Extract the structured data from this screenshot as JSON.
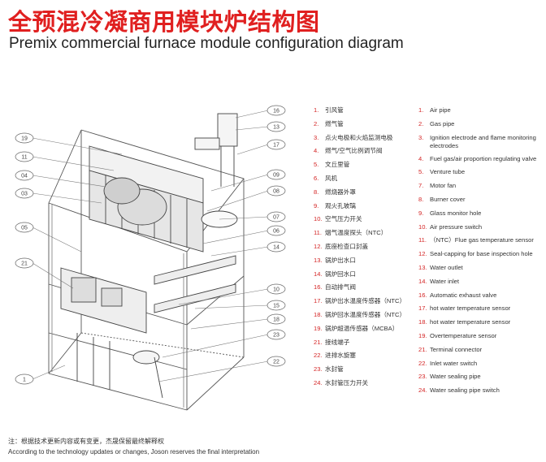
{
  "title_cn": "全预混冷凝商用模块炉结构图",
  "title_en": "Premix commercial furnace module configuration diagram",
  "callouts_left": [
    "19",
    "11",
    "04",
    "03",
    "05",
    "21",
    "1"
  ],
  "callouts_right": [
    "16",
    "13",
    "17",
    "09",
    "08",
    "07",
    "06",
    "14",
    "10",
    "15",
    "18",
    "23",
    "22"
  ],
  "legend_cn": [
    {
      "num": "1.",
      "text": "引风管"
    },
    {
      "num": "2.",
      "text": "燃气管"
    },
    {
      "num": "3.",
      "text": "点火电极和火焰监测电极"
    },
    {
      "num": "4.",
      "text": "燃气/空气比例调节阀"
    },
    {
      "num": "5.",
      "text": "文丘里管"
    },
    {
      "num": "6.",
      "text": "风机"
    },
    {
      "num": "8.",
      "text": "燃烧器外罩"
    },
    {
      "num": "9.",
      "text": "观火孔玻璃"
    },
    {
      "num": "10.",
      "text": "空气压力开关"
    },
    {
      "num": "11.",
      "text": "烟气温度探头（NTC）"
    },
    {
      "num": "12.",
      "text": "底座检查口封盖"
    },
    {
      "num": "13.",
      "text": "锅炉出水口"
    },
    {
      "num": "14.",
      "text": "锅炉回水口"
    },
    {
      "num": "16.",
      "text": "自动排气阀"
    },
    {
      "num": "17.",
      "text": "锅炉出水温度传感器（NTC）"
    },
    {
      "num": "18.",
      "text": "锅炉回水温度传感器（NTC）"
    },
    {
      "num": "19.",
      "text": "锅炉超温传感器（MCBA）"
    },
    {
      "num": "21.",
      "text": "接线端子"
    },
    {
      "num": "22.",
      "text": "进排水旋塞"
    },
    {
      "num": "23.",
      "text": "水封管"
    },
    {
      "num": "24.",
      "text": "水封管压力开关"
    }
  ],
  "legend_en": [
    {
      "num": "1.",
      "text": "Air pipe"
    },
    {
      "num": "2.",
      "text": "Gas pipe"
    },
    {
      "num": "3.",
      "text": "Ignition electrode and flame monitoring electrodes",
      "two": true
    },
    {
      "num": "4.",
      "text": "Fuel gas/air proportion regulating valve"
    },
    {
      "num": "5.",
      "text": "Venture tube"
    },
    {
      "num": "7.",
      "text": "Motor fan"
    },
    {
      "num": "8.",
      "text": "Burner cover"
    },
    {
      "num": "9.",
      "text": "Glass monitor hole"
    },
    {
      "num": "10.",
      "text": "Air pressure switch"
    },
    {
      "num": "11.",
      "text": "（NTC）Flue gas temperature sensor"
    },
    {
      "num": "12.",
      "text": "Seal-capping for base inspection hole"
    },
    {
      "num": "13.",
      "text": "Water outlet"
    },
    {
      "num": "14.",
      "text": "Water inlet"
    },
    {
      "num": "16.",
      "text": "Automatic exhaust valve"
    },
    {
      "num": "17.",
      "text": "hot water temperature sensor"
    },
    {
      "num": "18.",
      "text": "hot water temperature sensor"
    },
    {
      "num": "19.",
      "text": "Overtemperature sensor"
    },
    {
      "num": "21.",
      "text": "Terminal connector"
    },
    {
      "num": "22.",
      "text": "Inlet water switch"
    },
    {
      "num": "23.",
      "text": "Water sealing pipe"
    },
    {
      "num": "24.",
      "text": "Water sealing pipe switch"
    }
  ],
  "note_cn": "注：根据技术更新内容或有变更，杰晟保留最终解释权",
  "note_en": "According to the technology updates or changes, Joson reserves the final interpretation"
}
